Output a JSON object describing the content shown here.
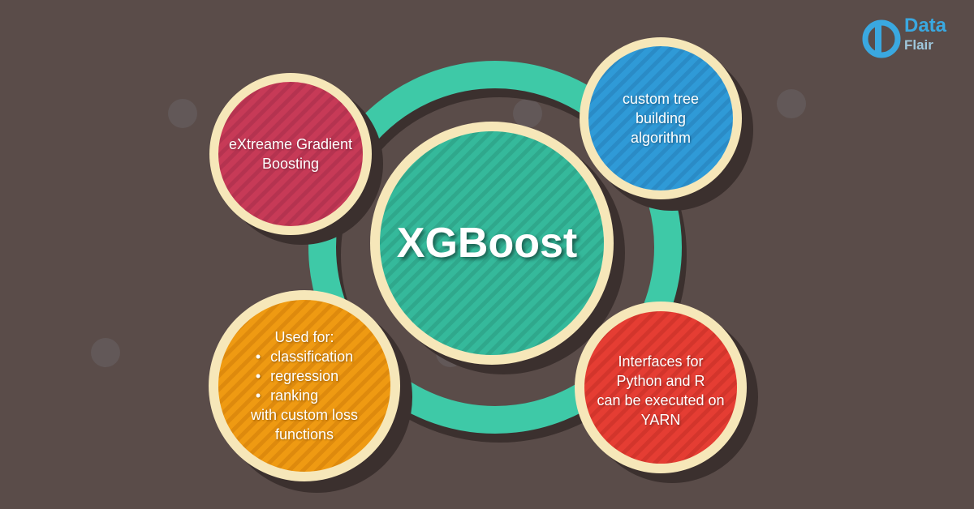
{
  "diagram": {
    "center": {
      "title": "XGBoost"
    },
    "nodes": {
      "top_left": {
        "text": "eXtreame Gradient\nBoosting"
      },
      "top_right": {
        "text": "custom tree\nbuilding\nalgorithm"
      },
      "bottom_left": {
        "heading": "Used for:",
        "bullets": [
          "classification",
          "regression",
          "ranking"
        ],
        "footer": "with custom loss\nfunctions"
      },
      "bottom_right": {
        "text": "Interfaces for\nPython and R\ncan be executed on\nYARN"
      }
    }
  },
  "logo": {
    "line1": "Data",
    "line2": "Flair"
  },
  "colors": {
    "background": "#5a4c49",
    "ring": "#3ec9a7",
    "border": "#f6e7b9",
    "center_fill": "#35b99b",
    "top_left_fill": "#c73a57",
    "top_right_fill": "#2f9ad7",
    "bottom_left_fill": "#ef9a12",
    "bottom_right_fill": "#e53d33",
    "logo": "#3aa8e0"
  }
}
